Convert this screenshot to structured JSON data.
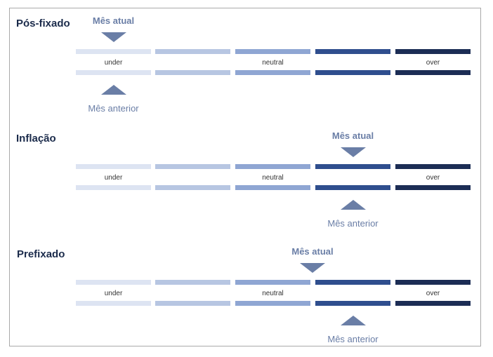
{
  "colors": {
    "segments": [
      "#dde4f2",
      "#b7c6e2",
      "#8fa6d3",
      "#2f4e8e",
      "#1c2d55"
    ],
    "marker": "#6a7ea6",
    "title": "#1b2b4b"
  },
  "scale_labels": [
    "under",
    "",
    "neutral",
    "",
    "over"
  ],
  "sections": [
    {
      "title": "Pós-fixado",
      "current_label": "Mês atual",
      "previous_label": "Mês anterior",
      "current_segment": 1,
      "previous_segment": 1
    },
    {
      "title": "Inflação",
      "current_label": "Mês atual",
      "previous_label": "Mês anterior",
      "current_segment": 4,
      "previous_segment": 4
    },
    {
      "title": "Prefixado",
      "current_label": "Mês atual",
      "previous_label": "Mês anterior",
      "current_segment": 3.5,
      "previous_segment": 4
    }
  ]
}
